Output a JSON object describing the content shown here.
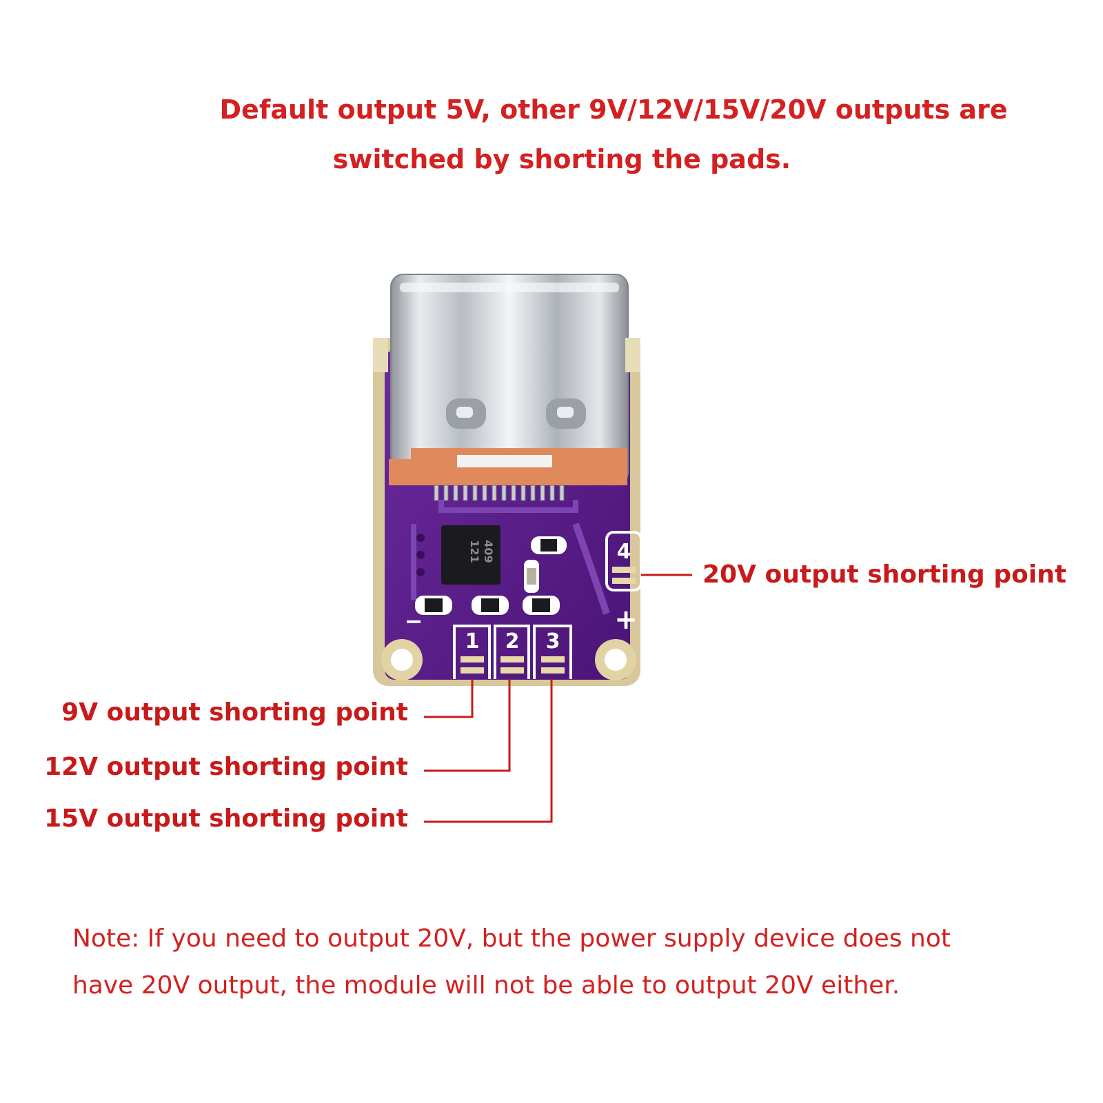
{
  "headline": {
    "line1": "Default output 5V, other 9V/12V/15V/20V outputs are",
    "line2": "switched by shorting the pads."
  },
  "callouts": {
    "v9": "9V output shorting point",
    "v12": "12V output shorting point",
    "v15": "15V output shorting point",
    "v20": "20V output shorting point"
  },
  "board": {
    "pad_1": "1",
    "pad_2": "2",
    "pad_3": "3",
    "pad_4": "4",
    "minus": "−",
    "plus": "+",
    "chip_marking_1": "121",
    "chip_marking_2": "409"
  },
  "note": {
    "line1": "Note: If you need to output 20V, but the power supply device does not",
    "line2": "have 20V output, the module will not be able to output 20V either."
  },
  "colors": {
    "text_red": "#d42020",
    "pcb_purple": "#5b1e8c",
    "gold": "#d8c79a",
    "orange_insulator": "#e08a5c",
    "metal": "#c9cdd2"
  }
}
